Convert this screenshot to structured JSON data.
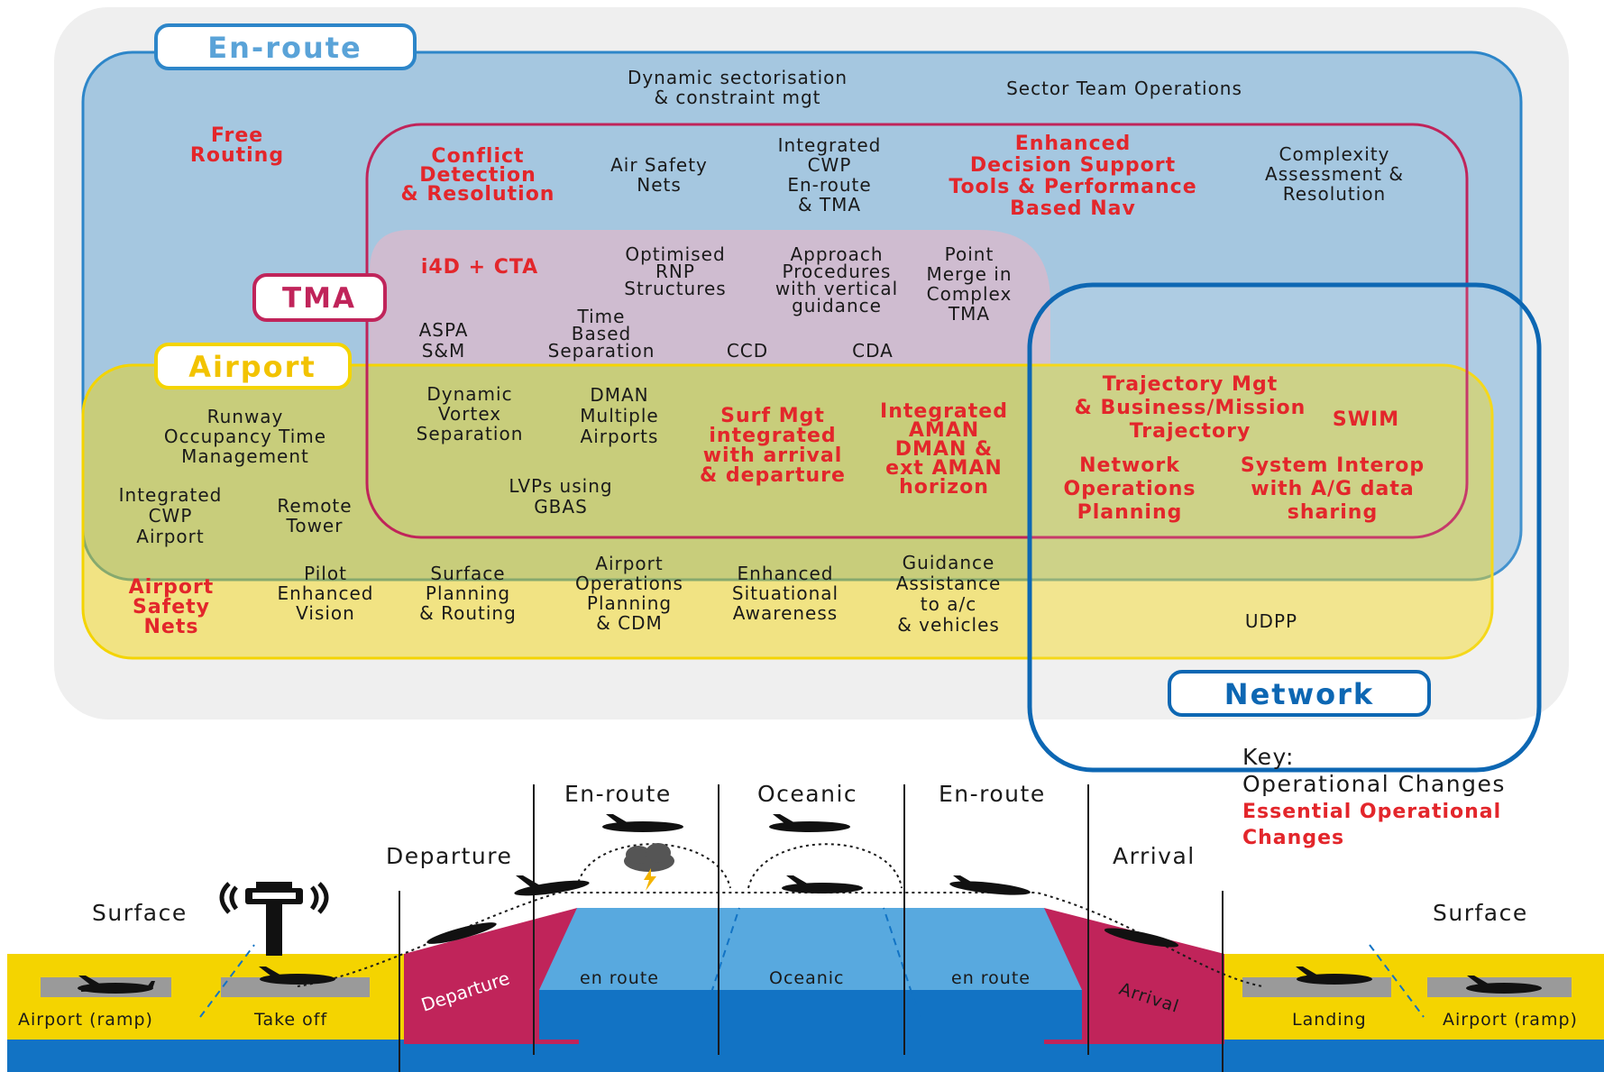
{
  "colors": {
    "enroute": "#2d86c9",
    "tma": "#c0245a",
    "airport": "#f4d400",
    "network": "#0d67b3",
    "essential": "#e3262b",
    "sea": "#58a9df"
  },
  "domains": {
    "enroute": "En-route",
    "tma": "TMA",
    "airport": "Airport",
    "network": "Network"
  },
  "items": {
    "free_routing": [
      "Free",
      "Routing"
    ],
    "dyn_sector": [
      "Dynamic sectorisation",
      "& constraint mgt"
    ],
    "sector_team": [
      "Sector Team Operations"
    ],
    "conflict": [
      "Conflict",
      "Detection",
      "& Resolution"
    ],
    "air_safety_nets": [
      "Air Safety",
      "Nets"
    ],
    "integrated_cwp_enroute": [
      "Integrated",
      "CWP",
      "En-route",
      "& TMA"
    ],
    "enhanced_dst": [
      "Enhanced",
      "Decision Support",
      "Tools & Performance",
      "Based Nav"
    ],
    "complexity": [
      "Complexity",
      "Assessment &",
      "Resolution"
    ],
    "i4d": [
      "i4D + CTA"
    ],
    "optimised_rnp": [
      "Optimised",
      "RNP",
      "Structures"
    ],
    "approach_proc": [
      "Approach",
      "Procedures",
      "with vertical",
      "guidance"
    ],
    "point_merge": [
      "Point",
      "Merge in",
      "Complex",
      "TMA"
    ],
    "aspa": [
      "ASPA",
      "S&M"
    ],
    "tbs": [
      "Time",
      "Based",
      "Separation"
    ],
    "ccd": [
      "CCD"
    ],
    "cda": [
      "CDA"
    ],
    "runway_occupancy": [
      "Runway",
      "Occupancy Time",
      "Management"
    ],
    "dynamic_vortex": [
      "Dynamic",
      "Vortex",
      "Separation"
    ],
    "dman_multiple": [
      "DMAN",
      "Multiple",
      "Airports"
    ],
    "surf_mgt": [
      "Surf Mgt",
      "integrated",
      "with arrival",
      "& departure"
    ],
    "integrated_aman": [
      "Integrated",
      "AMAN",
      "DMAN &",
      "ext AMAN",
      "horizon"
    ],
    "trajectory_mgt": [
      "Trajectory Mgt",
      "& Business/Mission",
      "Trajectory"
    ],
    "swim": [
      "SWIM"
    ],
    "integrated_cwp_airport": [
      "Integrated",
      "CWP",
      "Airport"
    ],
    "remote_tower": [
      "Remote",
      "Tower"
    ],
    "lvps": [
      "LVPs using",
      "GBAS"
    ],
    "network_ops": [
      "Network",
      "Operations",
      "Planning"
    ],
    "system_interop": [
      "System Interop",
      "with A/G data",
      "sharing"
    ],
    "airport_safety_nets": [
      "Airport",
      "Safety",
      "Nets"
    ],
    "pilot_vision": [
      "Pilot",
      "Enhanced",
      "Vision"
    ],
    "surface_planning": [
      "Surface",
      "Planning",
      "& Routing"
    ],
    "airport_ops": [
      "Airport",
      "Operations",
      "Planning",
      "& CDM"
    ],
    "enhanced_sa": [
      "Enhanced",
      "Situational",
      "Awareness"
    ],
    "guidance": [
      "Guidance",
      "Assistance",
      "to a/c",
      "& vehicles"
    ],
    "udpp": [
      "UDPP"
    ]
  },
  "key": {
    "title": "Key:",
    "operational": "Operational Changes",
    "essential": [
      "Essential Operational",
      "Changes"
    ]
  },
  "phases": {
    "surface_left": "Surface",
    "departure": "Departure",
    "enroute_left": "En-route",
    "oceanic": "Oceanic",
    "enroute_right": "En-route",
    "arrival": "Arrival",
    "surface_right": "Surface"
  },
  "ground": {
    "airport_ramp_left": "Airport (ramp)",
    "take_off": "Take off",
    "departure": "Departure",
    "en_route_left": "en route",
    "oceanic": "Oceanic",
    "en_route_right": "en route",
    "arrival": "Arrival",
    "landing": "Landing",
    "airport_ramp_right": "Airport (ramp)"
  }
}
